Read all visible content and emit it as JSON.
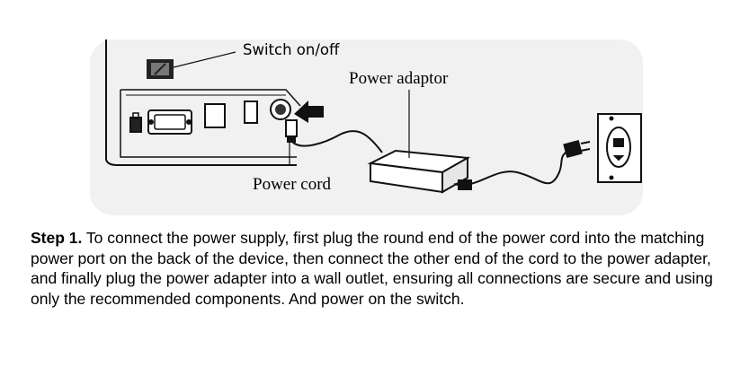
{
  "figure": {
    "labels": {
      "switch": "Switch on/off",
      "adaptor": "Power adaptor",
      "cord": "Power cord"
    }
  },
  "instructions": {
    "step_label": "Step 1.",
    "text": " To connect the power supply, first plug the round end of the power cord into the matching power port on the back of the device, then connect the other end of the cord to the power adapter, and finally plug the power adapter into a wall outlet, ensuring all connections are secure and using only the recommended components. And power on the switch."
  }
}
